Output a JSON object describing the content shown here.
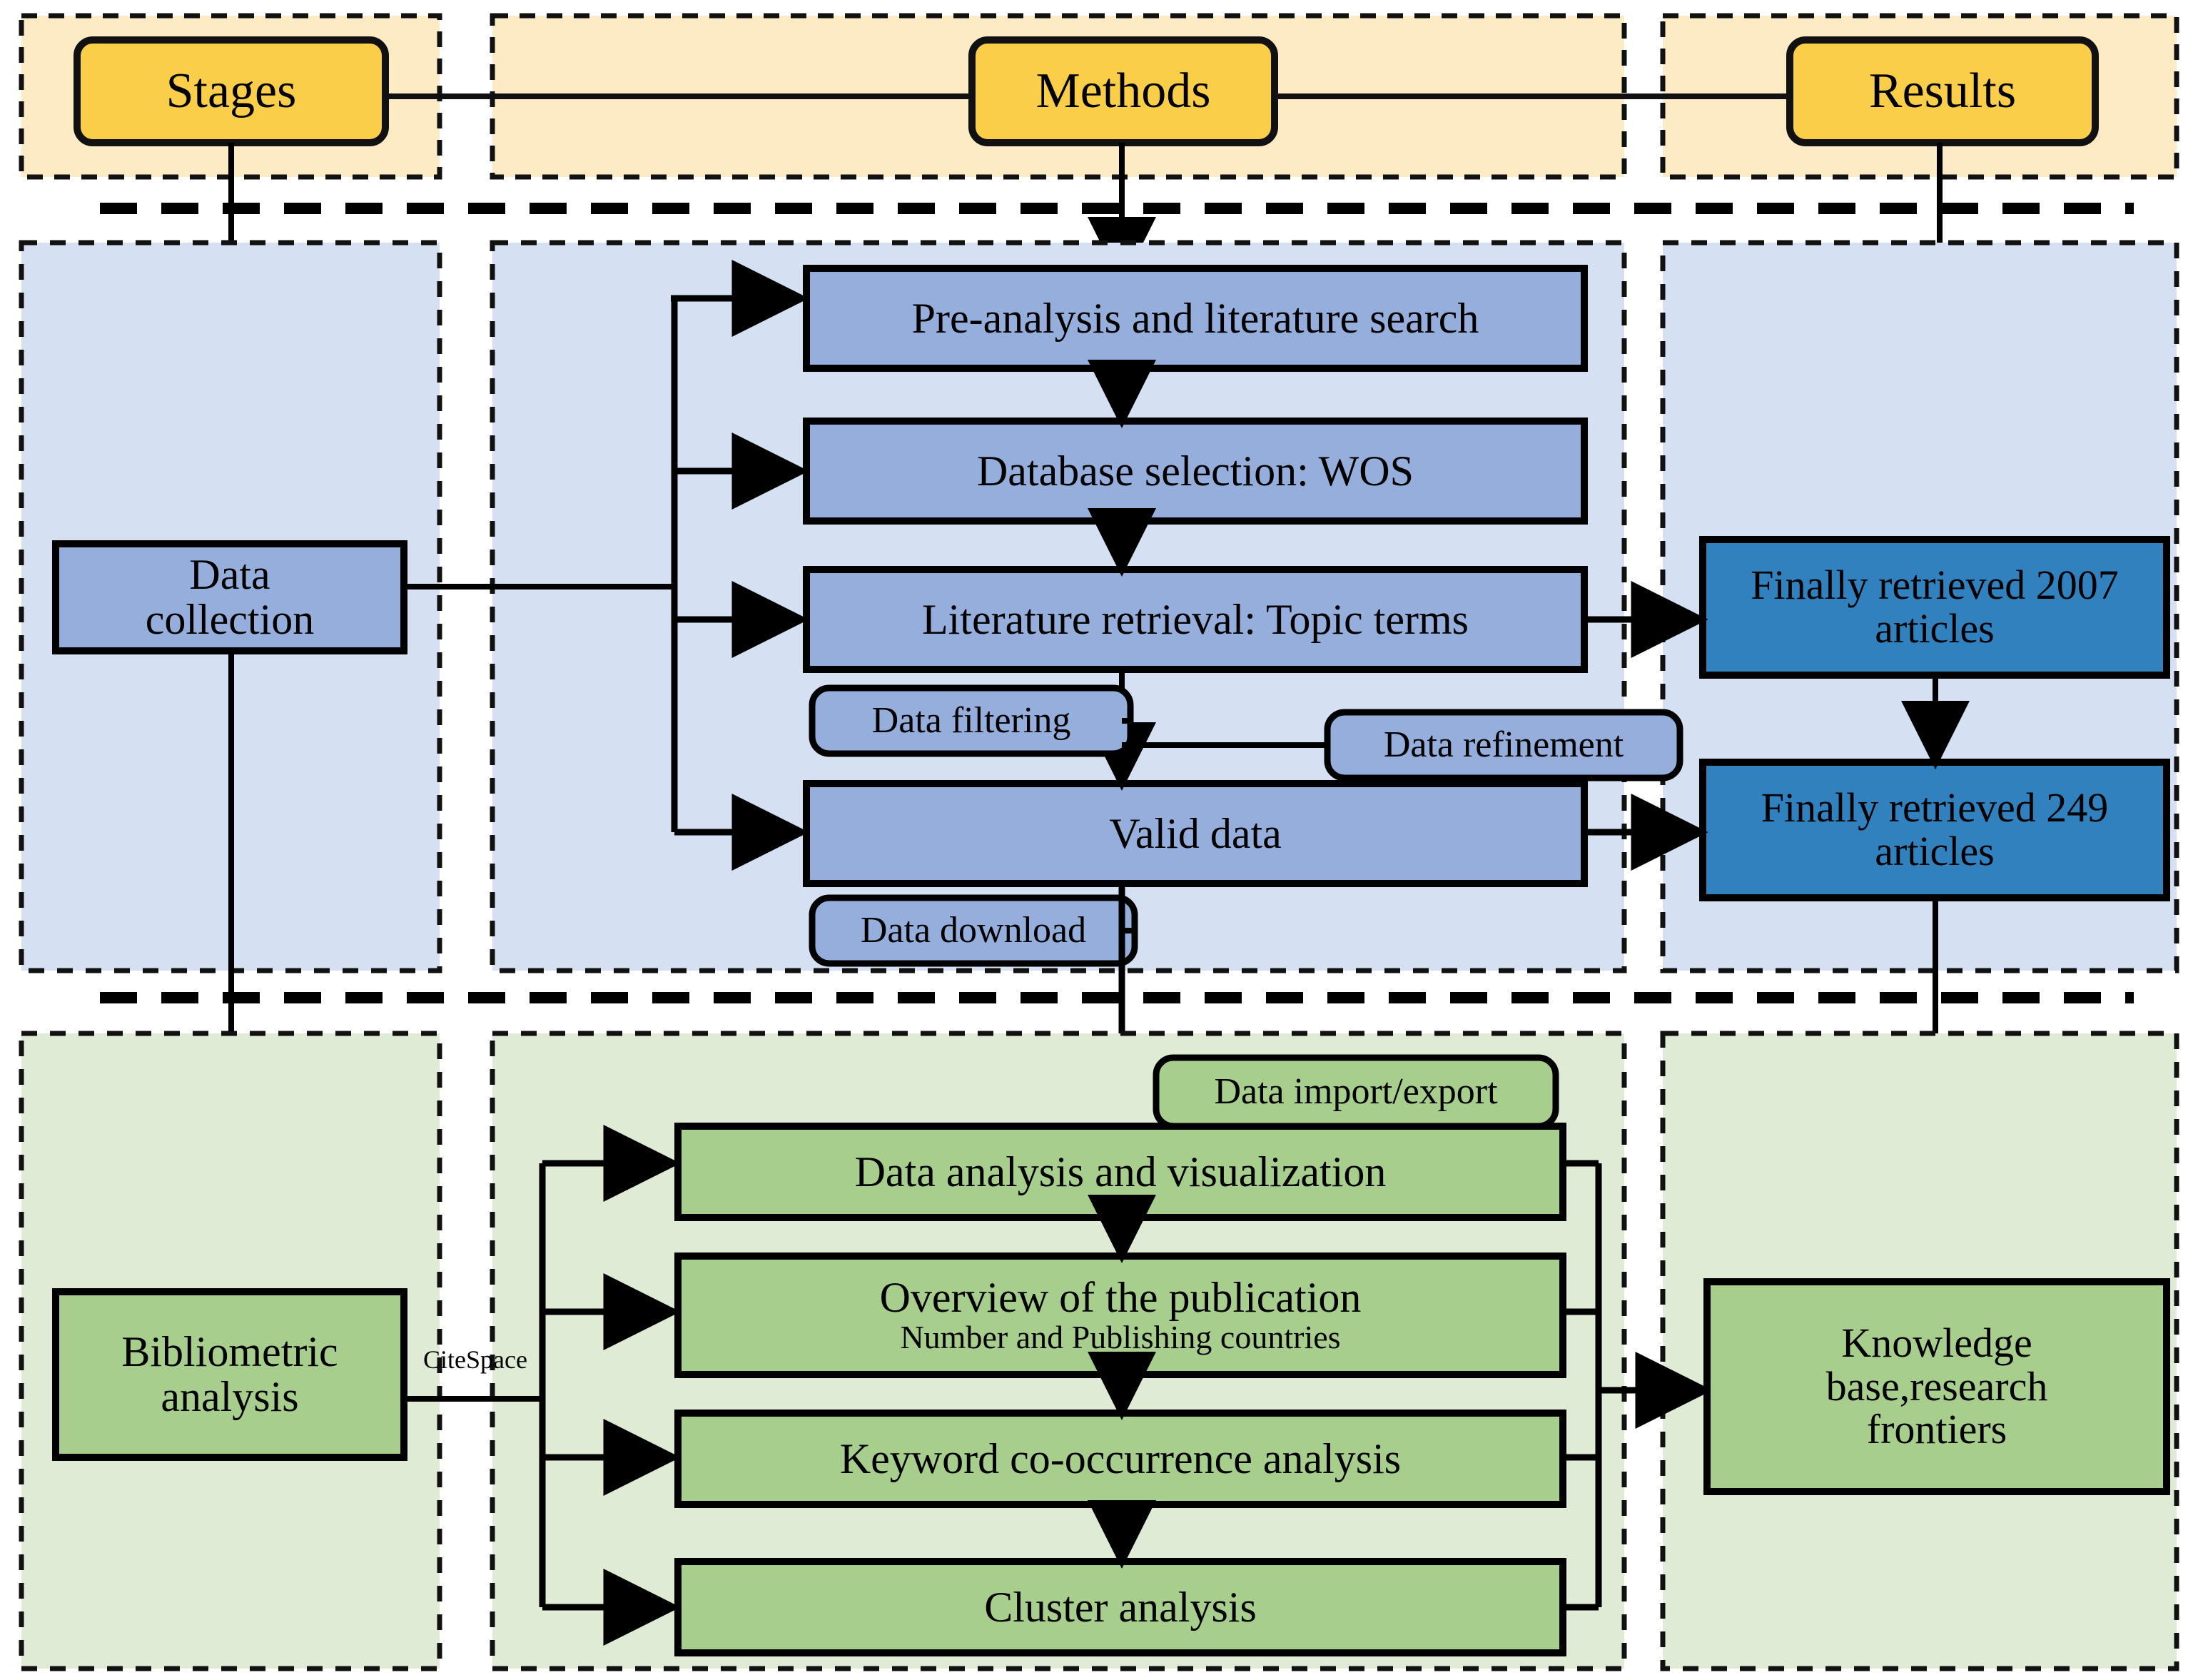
{
  "diagram": {
    "title": "Bibliometric research workflow",
    "columns": [
      {
        "key": "stages",
        "label": "Stages"
      },
      {
        "key": "methods",
        "label": "Methods"
      },
      {
        "key": "results",
        "label": "Results"
      }
    ],
    "colors": {
      "header_band": "#FCEBC4",
      "header_box": "#FBCE49",
      "blue_band": "#D5E0F2",
      "blue_box": "#96AEDB",
      "blue_result_box": "#3181BF",
      "green_band": "#DFEBD4",
      "green_box": "#A8CE8E",
      "outline": "#000000",
      "dash": "#000000"
    },
    "header_row": {
      "stages_label": "Stages",
      "methods_label": "Methods",
      "results_label": "Results"
    },
    "stage1": {
      "stage_label": "Data\ncollection",
      "stage_label_line1": "Data",
      "stage_label_line2": "collection",
      "methods": [
        {
          "id": "pre-analysis",
          "label": "Pre-analysis and literature search"
        },
        {
          "id": "database-selection",
          "label": "Database selection: WOS"
        },
        {
          "id": "literature-retrieval",
          "label": "Literature retrieval: Topic terms"
        },
        {
          "id": "valid-data",
          "label": "Valid data"
        }
      ],
      "annotations": [
        {
          "id": "data-filtering",
          "label": "Data filtering"
        },
        {
          "id": "data-refinement",
          "label": "Data refinement"
        },
        {
          "id": "data-download",
          "label": "Data download"
        }
      ],
      "results": [
        {
          "id": "retrieved-2007",
          "line1": "Finally retrieved 2007",
          "line2": "articles"
        },
        {
          "id": "retrieved-249",
          "line1": "Finally retrieved 249",
          "line2": "articles"
        }
      ]
    },
    "stage2": {
      "stage_label_line1": "Bibliometric",
      "stage_label_line2": "analysis",
      "edge_label": "CiteSpace",
      "methods": [
        {
          "id": "data-analysis-visualization",
          "label": "Data analysis and visualization",
          "sub": ""
        },
        {
          "id": "overview-publication",
          "label": "Overview of the publication",
          "sub": "Number and Publishing countries"
        },
        {
          "id": "keyword-cooccurrence",
          "label": "Keyword co-occurrence analysis",
          "sub": ""
        },
        {
          "id": "cluster-analysis",
          "label": "Cluster analysis",
          "sub": ""
        }
      ],
      "annotations": [
        {
          "id": "data-import-export",
          "label": "Data import/export"
        }
      ],
      "results": [
        {
          "id": "knowledge-base",
          "line1": "Knowledge",
          "line2": "base,research",
          "line3": "frontiers"
        }
      ]
    }
  }
}
